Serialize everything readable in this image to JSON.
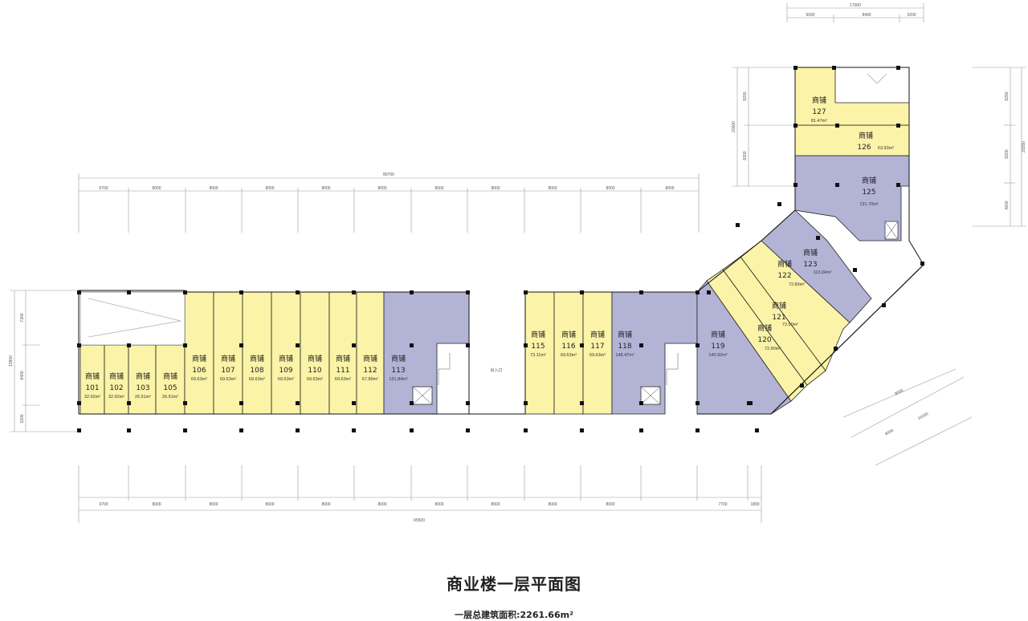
{
  "title": "商业楼一层平面图",
  "subtitle": "一层总建筑面积:2261.66m²",
  "colors": {
    "yellow": "#fbf3a7",
    "purple": "#b3b3d6",
    "wall": "#111111",
    "dim": "#888888"
  },
  "shop_label": "商铺",
  "shops": [
    {
      "num": "101",
      "area": "32.92m²"
    },
    {
      "num": "102",
      "area": "32.92m²"
    },
    {
      "num": "103",
      "area": "26.91m²"
    },
    {
      "num": "105",
      "area": "26.91m²"
    },
    {
      "num": "106",
      "area": "69.63m²"
    },
    {
      "num": "107",
      "area": "69.63m²"
    },
    {
      "num": "108",
      "area": "69.63m²"
    },
    {
      "num": "109",
      "area": "69.63m²"
    },
    {
      "num": "110",
      "area": "69.63m²"
    },
    {
      "num": "111",
      "area": "69.63m²"
    },
    {
      "num": "112",
      "area": "67.89m²"
    },
    {
      "num": "113",
      "area": "131.84m²"
    },
    {
      "num": "115",
      "area": "73.11m²"
    },
    {
      "num": "116",
      "area": "69.63m²"
    },
    {
      "num": "117",
      "area": "69.63m²"
    },
    {
      "num": "118",
      "area": "148.47m²"
    },
    {
      "num": "119",
      "area": "140.92m²"
    },
    {
      "num": "120",
      "area": "72.90m²"
    },
    {
      "num": "121",
      "area": "72.90m²"
    },
    {
      "num": "122",
      "area": "72.89m²"
    },
    {
      "num": "123",
      "area": "113.04m²"
    },
    {
      "num": "125",
      "area": "131.70m²"
    },
    {
      "num": "126",
      "area": "63.93m²"
    },
    {
      "num": "127",
      "area": "81.47m²"
    }
  ],
  "dims_top": {
    "total": "86700",
    "segs": [
      "6700",
      "8000",
      "8000",
      "8000",
      "8000",
      "8000",
      "8000",
      "8000",
      "8000",
      "8000",
      "8000"
    ]
  },
  "dims_bottom": {
    "total": "95500",
    "segs": [
      "6700",
      "8000",
      "8000",
      "8000",
      "8000",
      "8000",
      "8000",
      "8000",
      "8000",
      "8000",
      "7700",
      "1800"
    ]
  },
  "dims_left": {
    "total": "13900",
    "segs": [
      "7300",
      "8400",
      "3200"
    ]
  },
  "dims_ne_top": {
    "total": "17000",
    "segs": [
      "6000",
      "8400",
      "3200"
    ]
  },
  "dims_ne_left": {
    "total": "20000",
    "segs": [
      "8200",
      "8200"
    ]
  },
  "dims_ne_right": {
    "total": "20250",
    "segs": [
      "8250",
      "8200",
      "4600"
    ]
  },
  "dims_diag": {
    "total": "16200",
    "segs": [
      "8000",
      "8000"
    ]
  },
  "corridor_label": "出入口",
  "entrance_label": "出入口",
  "stair_label": "楼梯"
}
